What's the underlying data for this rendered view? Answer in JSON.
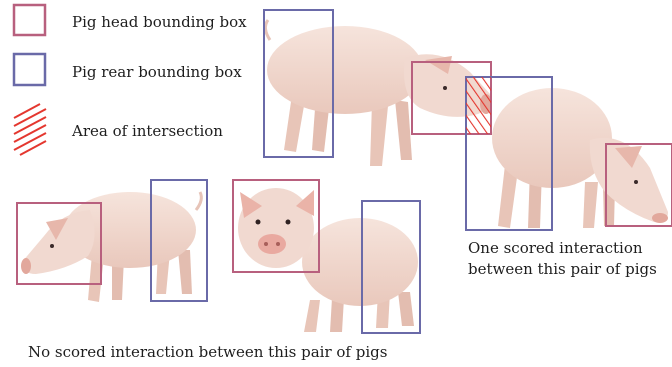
{
  "legend": {
    "head_label": "Pig head bounding box",
    "rear_label": "Pig rear bounding box",
    "intersection_label": "Area of intersection"
  },
  "captions": {
    "scored": [
      "One scored interaction",
      "between this pair of pigs"
    ],
    "not_scored": "No scored interaction between this pair of pigs"
  },
  "colors": {
    "head_box": "#b8607e",
    "rear_box": "#6a6aa8",
    "intersection": "#e4372f",
    "pig_body": "#f1d9d0",
    "pig_shadow": "#d9b3a7"
  }
}
